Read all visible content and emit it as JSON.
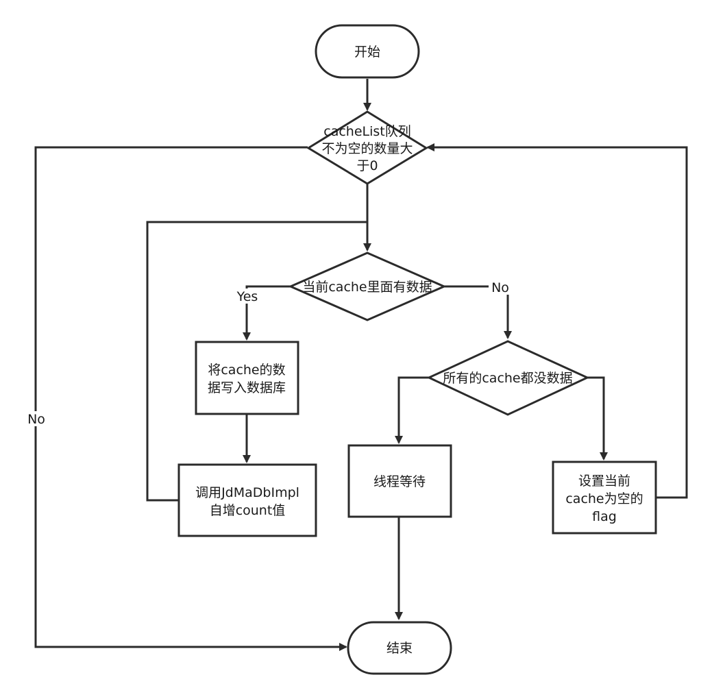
{
  "nodes": {
    "start": "开始",
    "check_list": [
      "cacheList队列",
      "不为空的数量大",
      "于0"
    ],
    "check_cache": "当前cache里面有数据",
    "write_db": [
      "将cache的数",
      "据写入数据库"
    ],
    "call_increment": [
      "调用JdMaDbImpl",
      "自增count值"
    ],
    "check_all_empty": "所有的cache都没数据",
    "thread_wait": "线程等待",
    "set_flag": [
      "设置当前",
      "cache为空的",
      "flag"
    ],
    "end": "结束"
  },
  "edge_labels": {
    "yes": "Yes",
    "no_right": "No",
    "no_left": "No"
  }
}
